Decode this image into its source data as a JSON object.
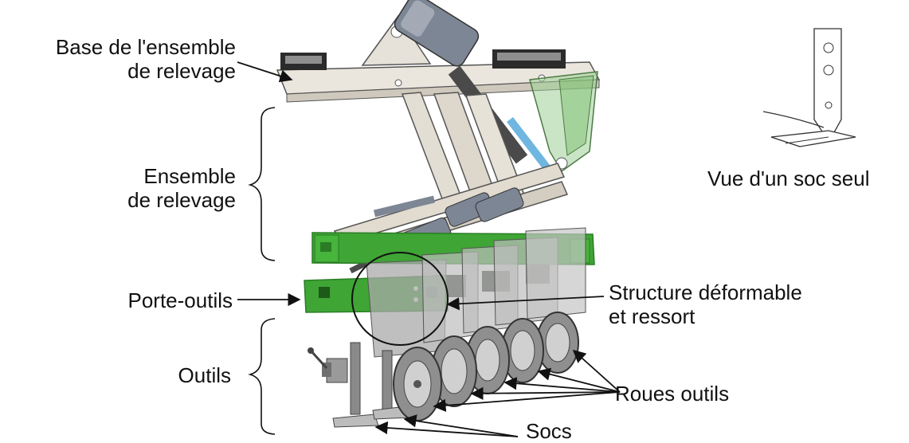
{
  "labels": {
    "base": [
      "Base de l'ensemble",
      "de relevage"
    ],
    "ensemble": [
      "Ensemble",
      "de relevage"
    ],
    "porte_outils": "Porte-outils",
    "outils": "Outils",
    "structure": [
      "Structure déformable",
      "et ressort"
    ],
    "roues": "Roues outils",
    "socs": "Socs",
    "vue": "Vue d'un soc seul"
  },
  "colors": {
    "frame_green": "#3fa535",
    "frame_green_dark": "#2a7d24",
    "metal_light": "#e8e4dc",
    "metal_mid": "#b8b8b8",
    "metal_dark": "#4a4a4a",
    "actuator_gray": "#7d8694",
    "hose_blue": "#6fb6e0",
    "wheel_gray": "#9a9a9a",
    "line": "#111111"
  }
}
